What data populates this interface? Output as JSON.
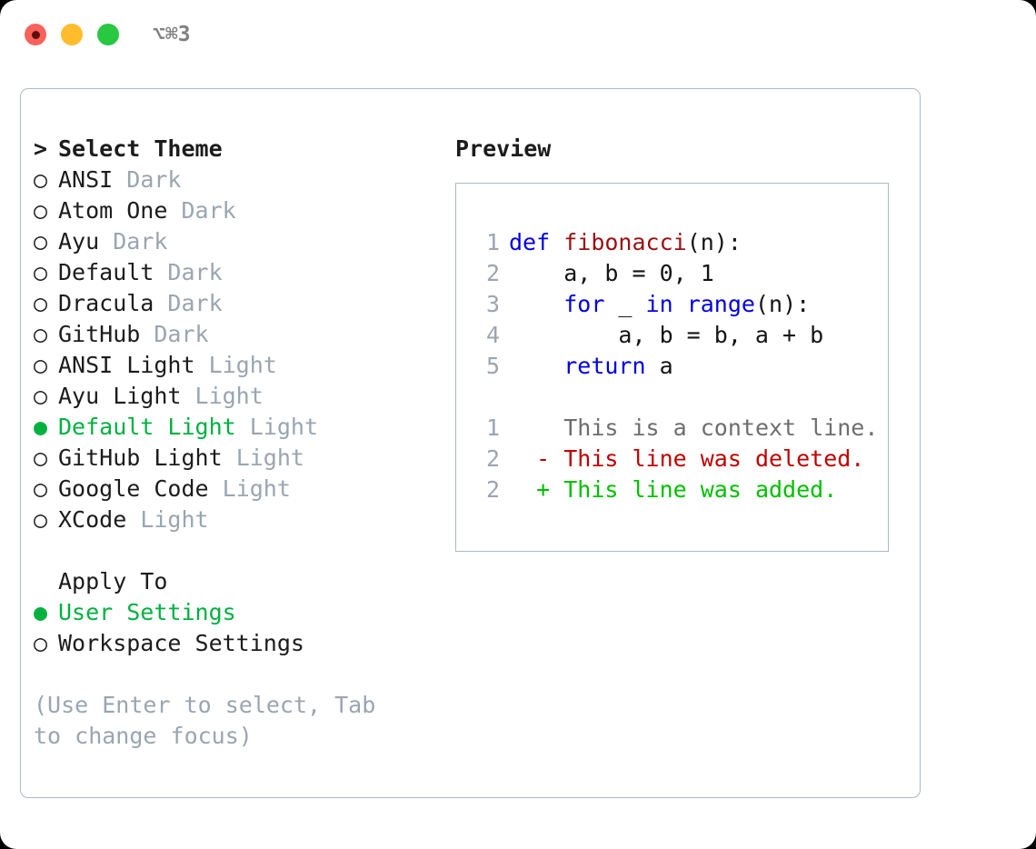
{
  "titlebar": {
    "shortcut": "⌥⌘3",
    "dots": [
      {
        "name": "close",
        "color": "#f9625c"
      },
      {
        "name": "minimize",
        "color": "#ffbd2e"
      },
      {
        "name": "maximize",
        "color": "#28c840"
      }
    ]
  },
  "colors": {
    "accent_green": "#00b140",
    "muted": "#9aa5b1",
    "border": "#aeb8c4",
    "keyword_blue": "#0000e0",
    "function_red": "#9c0f12",
    "diff_delete": "#c00000",
    "diff_add": "#00c000"
  },
  "theme_list": {
    "header_marker": ">",
    "header_label": "Select Theme",
    "marker_unselected": "○",
    "marker_selected": "●",
    "items": [
      {
        "label": "ANSI",
        "badge": "Dark",
        "selected": false
      },
      {
        "label": "Atom One",
        "badge": "Dark",
        "selected": false
      },
      {
        "label": "Ayu",
        "badge": "Dark",
        "selected": false
      },
      {
        "label": "Default",
        "badge": "Dark",
        "selected": false
      },
      {
        "label": "Dracula",
        "badge": "Dark",
        "selected": false
      },
      {
        "label": "GitHub",
        "badge": "Dark",
        "selected": false
      },
      {
        "label": "ANSI Light",
        "badge": "Light",
        "selected": false
      },
      {
        "label": "Ayu Light",
        "badge": "Light",
        "selected": false
      },
      {
        "label": "Default Light",
        "badge": "Light",
        "selected": true
      },
      {
        "label": "GitHub Light",
        "badge": "Light",
        "selected": false
      },
      {
        "label": "Google Code",
        "badge": "Light",
        "selected": false
      },
      {
        "label": "XCode",
        "badge": "Light",
        "selected": false
      }
    ]
  },
  "apply_to": {
    "header_label": "Apply To",
    "items": [
      {
        "label": "User Settings",
        "selected": true
      },
      {
        "label": "Workspace Settings",
        "selected": false
      }
    ]
  },
  "hint": "(Use Enter to select, Tab to change focus)",
  "preview": {
    "title": "Preview",
    "code_lines": [
      {
        "n": "1",
        "indent": "",
        "tokens": [
          {
            "t": "def",
            "c": "kw"
          },
          {
            "t": " ",
            "c": "pl"
          },
          {
            "t": "fibonacci",
            "c": "fn"
          },
          {
            "t": "(n):",
            "c": "pl"
          }
        ]
      },
      {
        "n": "2",
        "indent": "    ",
        "tokens": [
          {
            "t": "a, b = 0, 1",
            "c": "pl"
          }
        ]
      },
      {
        "n": "3",
        "indent": "    ",
        "tokens": [
          {
            "t": "for",
            "c": "kw"
          },
          {
            "t": " _ ",
            "c": "pl"
          },
          {
            "t": "in",
            "c": "kw"
          },
          {
            "t": " ",
            "c": "pl"
          },
          {
            "t": "range",
            "c": "kw"
          },
          {
            "t": "(n):",
            "c": "pl"
          }
        ]
      },
      {
        "n": "4",
        "indent": "        ",
        "tokens": [
          {
            "t": "a, b = b, a + b",
            "c": "pl"
          }
        ]
      },
      {
        "n": "5",
        "indent": "    ",
        "tokens": [
          {
            "t": "return",
            "c": "kw"
          },
          {
            "t": " a",
            "c": "pl"
          }
        ]
      }
    ],
    "diff_lines": [
      {
        "n": "1",
        "sign": " ",
        "text": "This is a context line.",
        "kind": "context"
      },
      {
        "n": "2",
        "sign": "-",
        "text": "This line was deleted.",
        "kind": "delete"
      },
      {
        "n": "2",
        "sign": "+",
        "text": "This line was added.",
        "kind": "add"
      }
    ]
  }
}
